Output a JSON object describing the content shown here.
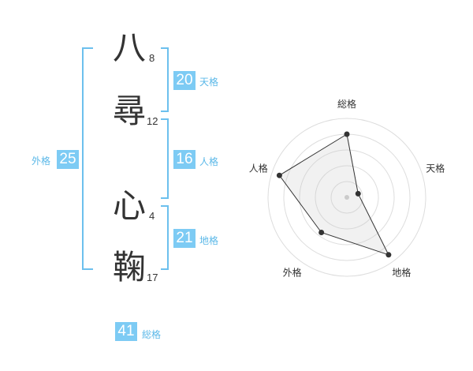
{
  "name": {
    "chars": [
      {
        "char": "八",
        "strokes": "8"
      },
      {
        "char": "尋",
        "strokes": "12"
      },
      {
        "char": "心",
        "strokes": "4"
      },
      {
        "char": "鞠",
        "strokes": "17"
      }
    ]
  },
  "fortune": {
    "ten": {
      "value": "20",
      "label": "天格"
    },
    "jin": {
      "value": "16",
      "label": "人格"
    },
    "chi": {
      "value": "21",
      "label": "地格"
    },
    "gai": {
      "value": "25",
      "label": "外格"
    },
    "sou": {
      "value": "41",
      "label": "総格"
    }
  },
  "colors": {
    "accent": "#7dcbf4",
    "bracket": "#6cc0ee",
    "label": "#5bb8e8"
  },
  "chart_data": {
    "type": "radar",
    "axes": [
      "総格",
      "天格",
      "地格",
      "外格",
      "人格"
    ],
    "values": [
      0.8,
      0.15,
      0.9,
      0.55,
      0.9
    ],
    "max": 1,
    "rings": 5
  }
}
